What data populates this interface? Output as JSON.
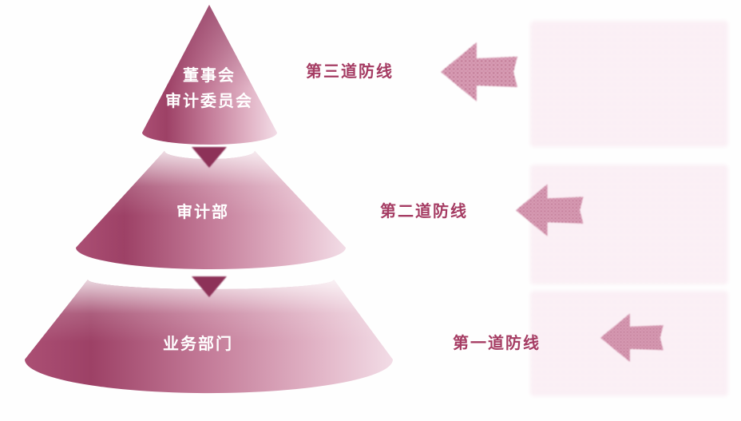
{
  "diagram": {
    "tier_top": {
      "line1": "董事会",
      "line2": "审计委员会",
      "defense_label": "第三道防线"
    },
    "tier_middle": {
      "line1": "审计部",
      "defense_label": "第二道防线"
    },
    "tier_bottom": {
      "line1": "业务部门",
      "defense_label": "第一道防线"
    }
  },
  "arrows": {
    "direction": "left",
    "count": 3
  },
  "colors": {
    "pyramid_dark": "#9d4166",
    "pyramid_light": "#f2dce6",
    "tier_text": "#ffffff",
    "label_text": "#a53c63",
    "arrow_fill": "#c57a99",
    "block_fill": "#fbf1f6",
    "background": "#fefefe"
  }
}
